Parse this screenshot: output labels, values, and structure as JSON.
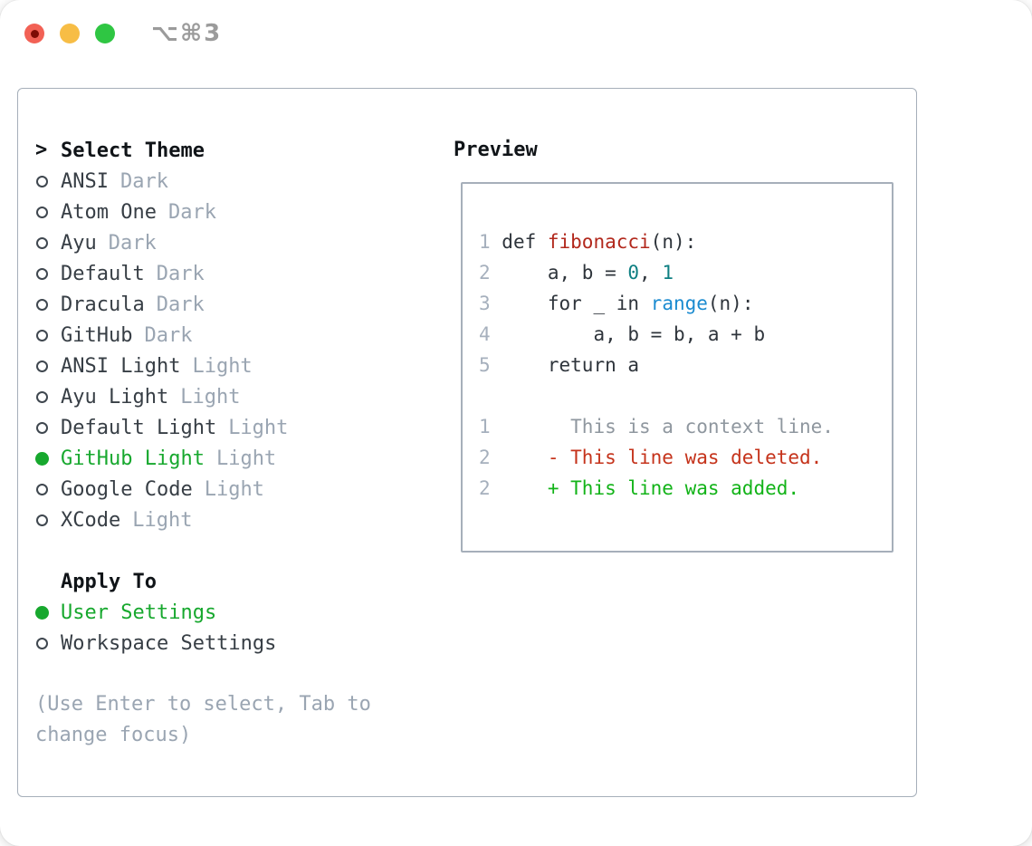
{
  "window": {
    "title": "⌥⌘3",
    "traffic_lights": [
      "close",
      "minimize",
      "zoom"
    ]
  },
  "icons": {
    "radio_unselected": "circle-outline",
    "radio_selected": "circle-filled",
    "prompt": ">"
  },
  "theme_picker": {
    "prompt_char": ">",
    "title": "Select Theme",
    "items": [
      {
        "name": "ANSI",
        "variant": "Dark",
        "selected": false
      },
      {
        "name": "Atom One",
        "variant": "Dark",
        "selected": false
      },
      {
        "name": "Ayu",
        "variant": "Dark",
        "selected": false
      },
      {
        "name": "Default",
        "variant": "Dark",
        "selected": false
      },
      {
        "name": "Dracula",
        "variant": "Dark",
        "selected": false
      },
      {
        "name": "GitHub",
        "variant": "Dark",
        "selected": false
      },
      {
        "name": "ANSI Light",
        "variant": "Light",
        "selected": false
      },
      {
        "name": "Ayu Light",
        "variant": "Light",
        "selected": false
      },
      {
        "name": "Default Light",
        "variant": "Light",
        "selected": false
      },
      {
        "name": "GitHub Light",
        "variant": "Light",
        "selected": true
      },
      {
        "name": "Google Code",
        "variant": "Light",
        "selected": false
      },
      {
        "name": "XCode",
        "variant": "Light",
        "selected": false
      }
    ]
  },
  "apply_to": {
    "title": "Apply To",
    "options": [
      {
        "label": "User Settings",
        "selected": true
      },
      {
        "label": "Workspace Settings",
        "selected": false
      }
    ]
  },
  "hint": "(Use Enter to select, Tab to change focus)",
  "preview": {
    "title": "Preview",
    "lines": [
      {
        "tokens": [
          [
            "1 ",
            "ln"
          ],
          [
            "def ",
            "tx"
          ],
          [
            "fibonacci",
            "fn"
          ],
          [
            "(n):",
            "tx"
          ]
        ]
      },
      {
        "tokens": [
          [
            "2 ",
            "ln"
          ],
          [
            "    a, b = ",
            "tx"
          ],
          [
            "0",
            "nm"
          ],
          [
            ", ",
            "tx"
          ],
          [
            "1",
            "nm"
          ]
        ]
      },
      {
        "tokens": [
          [
            "3 ",
            "ln"
          ],
          [
            "    for _ in ",
            "tx"
          ],
          [
            "range",
            "bi"
          ],
          [
            "(n):",
            "tx"
          ]
        ]
      },
      {
        "tokens": [
          [
            "4 ",
            "ln"
          ],
          [
            "        a, b = b, a + b",
            "tx"
          ]
        ]
      },
      {
        "tokens": [
          [
            "5 ",
            "ln"
          ],
          [
            "    return a",
            "tx"
          ]
        ]
      },
      {
        "tokens": []
      },
      {
        "tokens": [
          [
            "1 ",
            "ln"
          ],
          [
            "      This is a context line.",
            "ctx"
          ]
        ]
      },
      {
        "tokens": [
          [
            "2 ",
            "ln"
          ],
          [
            "    - This line was deleted.",
            "del"
          ]
        ]
      },
      {
        "tokens": [
          [
            "2 ",
            "ln"
          ],
          [
            "    + This line was added.",
            "add"
          ]
        ]
      }
    ]
  },
  "colors": {
    "accent_green": "#17a82e",
    "text_dark": "#373e45",
    "header_black": "#101418",
    "muted": "#9aa5b2",
    "border": "#a6afba",
    "bullet": "#3f474f",
    "title_gray": "#9b9b9b",
    "tok": {
      "tx": "#2e343b",
      "ln": "#a6b0bd",
      "fn": "#b2281c",
      "nm": "#0e7f82",
      "bi": "#1b8bd0",
      "ctx": "#8f979f",
      "del": "#c5331b",
      "add": "#12b318"
    },
    "traffic": {
      "red": "#f26155",
      "red_dot": "#7e0c05",
      "yellow": "#f7bd45",
      "green": "#2fc643"
    }
  }
}
